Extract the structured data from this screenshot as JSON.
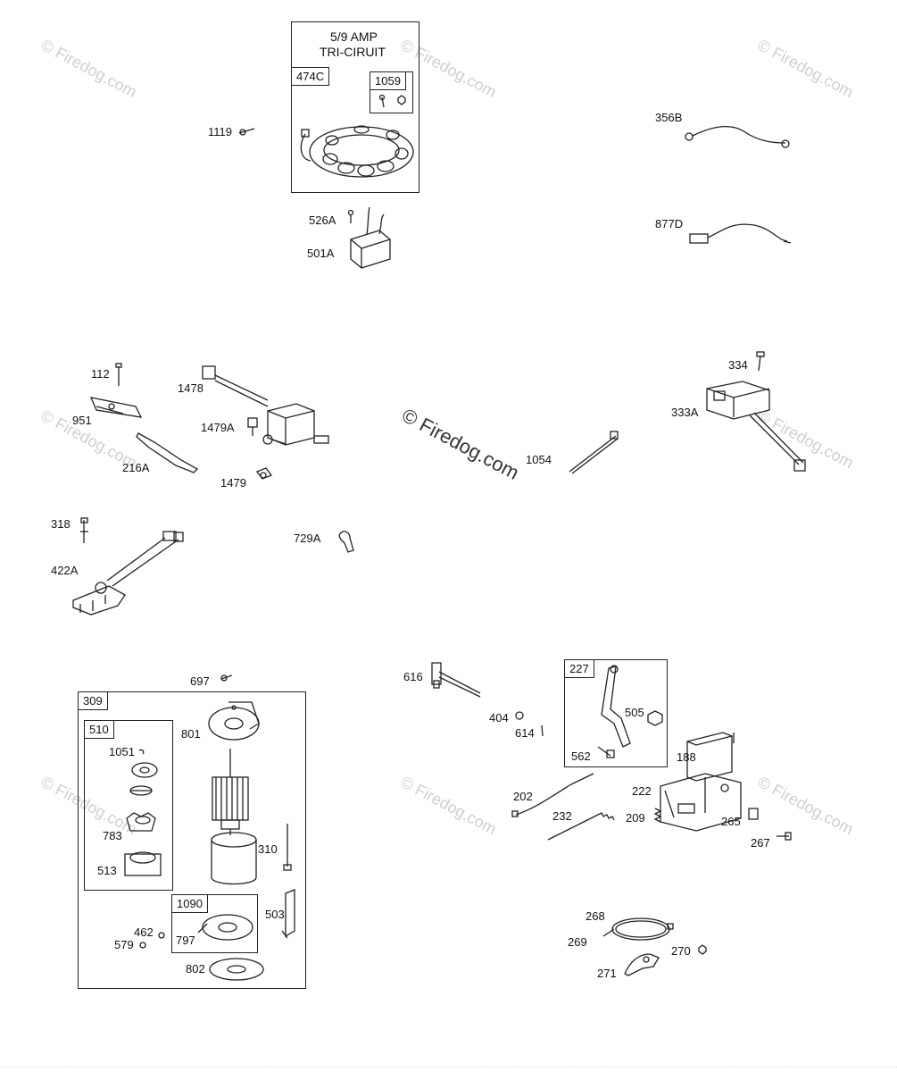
{
  "watermark": {
    "text": "© Firedog.com",
    "center_text": "© Firedog.com"
  },
  "stator_box": {
    "title_line1": "5/9    AMP",
    "title_line2": "TRI-CIRUIT",
    "group_label": "474C",
    "sub_label": "1059"
  },
  "starter_box": {
    "group_label": "309",
    "drive_label": "510",
    "brush_label": "1090"
  },
  "governor_box": {
    "group_label": "227"
  },
  "labels": {
    "p1119": "1119",
    "p526A": "526A",
    "p501A": "501A",
    "p356B": "356B",
    "p877D": "877D",
    "p112": "112",
    "p1478": "1478",
    "p951": "951",
    "p1479A": "1479A",
    "p216A": "216A",
    "p1479": "1479",
    "p1054": "1054",
    "p334": "334",
    "p333A": "333A",
    "p318": "318",
    "p422A": "422A",
    "p729A": "729A",
    "p697": "697",
    "p801": "801",
    "p1051": "1051",
    "p783": "783",
    "p513": "513",
    "p310": "310",
    "p503": "503",
    "p462": "462",
    "p579": "579",
    "p797": "797",
    "p802": "802",
    "p616": "616",
    "p404": "404",
    "p614": "614",
    "p505": "505",
    "p562": "562",
    "p188": "188",
    "p202": "202",
    "p222": "222",
    "p232": "232",
    "p209": "209",
    "p265": "265",
    "p267": "267",
    "p268": "268",
    "p269": "269",
    "p270": "270",
    "p271": "271"
  }
}
